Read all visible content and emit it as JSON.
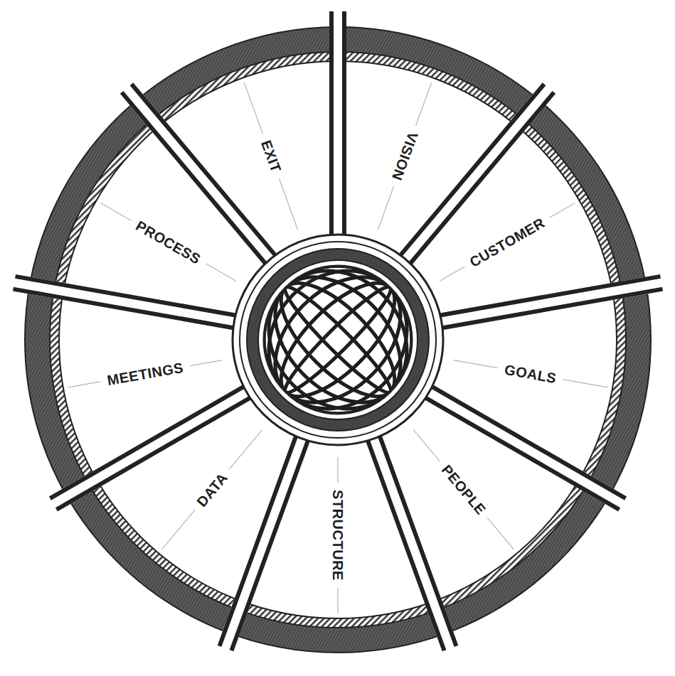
{
  "diagram": {
    "labels": [
      "EXIT",
      "VISION",
      "CUSTOMER",
      "GOALS",
      "PEOPLE",
      "STRUCTURE",
      "DATA",
      "MEETINGS",
      "PROCESS"
    ]
  }
}
